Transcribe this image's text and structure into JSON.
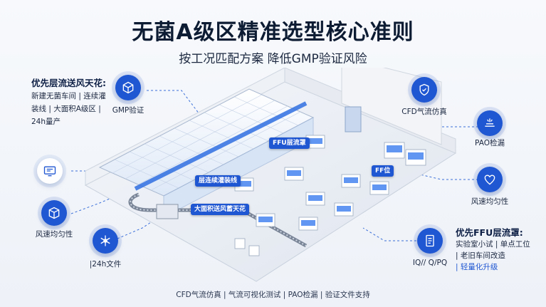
{
  "title": "无菌A级区精准选型核心准则",
  "subtitle": "按工况匹配方案 降低GMP验证风险",
  "left_heading": "优先层流送风天花:",
  "left_lines": [
    "新建无菌车间 | 连续灌",
    "装线 | 大面积A级区 |",
    "24h量产"
  ],
  "right_heading": "优先FFU层流罩:",
  "right_lines": [
    "实验室小试 | 单点工位",
    "| 老旧车间改造",
    "| 轻量化升级"
  ],
  "icon_labels": {
    "gmp": "GMP验证",
    "airflow_left": "风速均匀性",
    "doc_left": "|24h文件",
    "cfd": "CFD气流仿真",
    "pao": "PAO检漏",
    "airflow_right": "风速均匀性",
    "iq": "IQ// Q/PQ"
  },
  "callouts": {
    "ffu_hood": "FFU层流罩",
    "ff_pos": "FF位",
    "continuous_line": "层连续灌装线",
    "ceiling": "大面积送风蓄天花"
  },
  "footer": "CFD气流仿真 | 气流可视化测试 | PAO检漏 | 验证文件支持",
  "colors": {
    "accent": "#1f56d1",
    "highlight": "#2f7dff"
  }
}
